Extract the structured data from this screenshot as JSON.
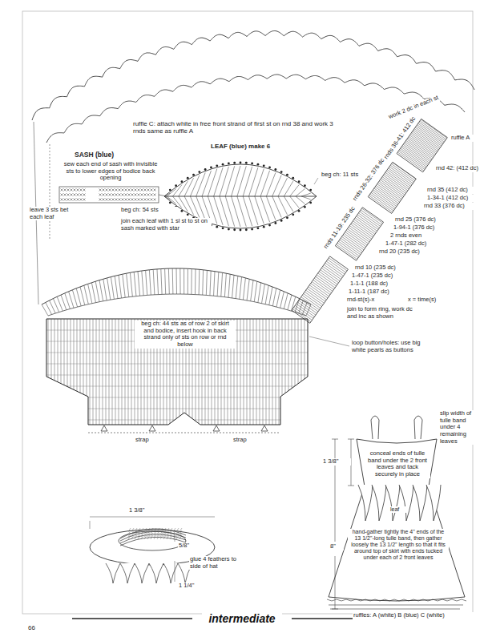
{
  "diagram": {
    "nodes": [
      {
        "text": [
          "intermediate"
        ]
      }
    ],
    "labels": [
      "ruffle C: attach white in free front strand of first st on rnd 38 and work 3 rnds same as ruffle A",
      "work 2 dc in each st",
      "ruffle A",
      "SASH (blue)",
      "sew each end of sash with invisible sts to lower edges of bodice back opening",
      "LEAF (blue) make 6",
      "beg ch: 11 sts",
      "leave 3 sts bet each leaf",
      "beg ch: 54 sts",
      "join each leaf with 1 sl st to st on sash marked with star",
      "rnds 36-41: 412 dc",
      "rnd 42: (412 dc)",
      "rnd 35 (412 dc)",
      "1-34-1 (412 dc)",
      "rnd 33 (376 dc)",
      "rnds 26-32: 376 dc",
      "rnd 25 (376 dc)",
      "1-94-1 (376 dc)",
      "2 rnds even",
      "1-47-1 (282 dc)",
      "rnd 20 (235 dc)",
      "rnds 11-19: 235 dc",
      "rnd 10 (235 dc)",
      "1-47-1 (235 dc)",
      "1-1-1 (188 dc)",
      "1-11-1 (187 dc)",
      "rnd-st(s)-x",
      "x = time(s)",
      "join to form ring, work dc and inc as shown",
      "beg ch: 44 sts as of row 2 of skirt and bodice, insert hook in back strand only of sts on row or rnd below",
      "loop button/holes: use big white pearls as buttons",
      "strap",
      "strap",
      "slip width of tulle band under 4 remaining leaves",
      "conceal ends of tulle band under the 2 front leaves and tack securely in place",
      "1 3/8\"",
      "leaf",
      "8\"",
      "hand-gather tightly the 4\" ends of the 13 1/2\"-long tulle band, then gather loosely the 13 1/2\" length so that it fits around top of skirt with ends tucked under each of 2 front leaves",
      "ruffles: A (white) B (blue) C (white)",
      "1 3/8\"",
      "5/8\"",
      "1 1/4\"",
      "glue 4 feathers to side of hat",
      "66"
    ]
  }
}
